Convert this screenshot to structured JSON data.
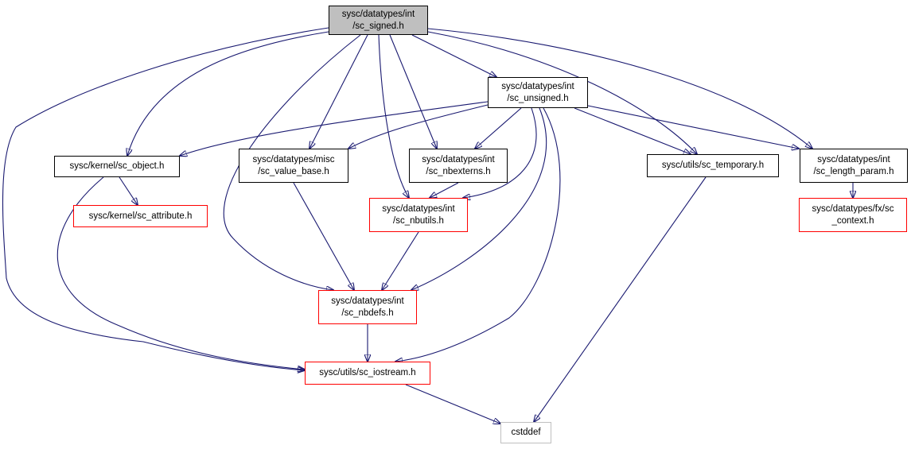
{
  "graph": {
    "edge_color": "#191970",
    "node_fill_root": "#bfbfbf",
    "border_internal": "#000000",
    "border_external": "#ff0000",
    "border_system": "#bfbfbf",
    "nodes": {
      "sc_signed": {
        "lines": [
          "sysc/datatypes/int",
          "/sc_signed.h"
        ]
      },
      "sc_unsigned": {
        "lines": [
          "sysc/datatypes/int",
          "/sc_unsigned.h"
        ]
      },
      "sc_object": {
        "lines": [
          "sysc/kernel/sc_object.h"
        ]
      },
      "sc_value_base": {
        "lines": [
          "sysc/datatypes/misc",
          "/sc_value_base.h"
        ]
      },
      "sc_nbexterns": {
        "lines": [
          "sysc/datatypes/int",
          "/sc_nbexterns.h"
        ]
      },
      "sc_temporary": {
        "lines": [
          "sysc/utils/sc_temporary.h"
        ]
      },
      "sc_length_param": {
        "lines": [
          "sysc/datatypes/int",
          "/sc_length_param.h"
        ]
      },
      "sc_attribute": {
        "lines": [
          "sysc/kernel/sc_attribute.h"
        ]
      },
      "sc_nbutils": {
        "lines": [
          "sysc/datatypes/int",
          "/sc_nbutils.h"
        ]
      },
      "sc_context": {
        "lines": [
          "sysc/datatypes/fx/sc",
          "_context.h"
        ]
      },
      "sc_nbdefs": {
        "lines": [
          "sysc/datatypes/int",
          "/sc_nbdefs.h"
        ]
      },
      "sc_iostream": {
        "lines": [
          "sysc/utils/sc_iostream.h"
        ]
      },
      "cstddef": {
        "lines": [
          "cstddef"
        ]
      }
    },
    "edges": [
      [
        "sc_signed",
        "sc_unsigned"
      ],
      [
        "sc_signed",
        "sc_object"
      ],
      [
        "sc_signed",
        "sc_value_base"
      ],
      [
        "sc_signed",
        "sc_nbexterns"
      ],
      [
        "sc_signed",
        "sc_temporary"
      ],
      [
        "sc_signed",
        "sc_length_param"
      ],
      [
        "sc_signed",
        "sc_nbutils"
      ],
      [
        "sc_signed",
        "sc_nbdefs"
      ],
      [
        "sc_signed",
        "sc_iostream"
      ],
      [
        "sc_unsigned",
        "sc_object"
      ],
      [
        "sc_unsigned",
        "sc_value_base"
      ],
      [
        "sc_unsigned",
        "sc_nbexterns"
      ],
      [
        "sc_unsigned",
        "sc_nbutils"
      ],
      [
        "sc_unsigned",
        "sc_nbdefs"
      ],
      [
        "sc_unsigned",
        "sc_iostream"
      ],
      [
        "sc_unsigned",
        "sc_temporary"
      ],
      [
        "sc_unsigned",
        "sc_length_param"
      ],
      [
        "sc_object",
        "sc_attribute"
      ],
      [
        "sc_object",
        "sc_iostream"
      ],
      [
        "sc_value_base",
        "sc_nbdefs"
      ],
      [
        "sc_nbexterns",
        "sc_nbutils"
      ],
      [
        "sc_nbutils",
        "sc_nbdefs"
      ],
      [
        "sc_nbdefs",
        "sc_iostream"
      ],
      [
        "sc_iostream",
        "cstddef"
      ],
      [
        "sc_temporary",
        "cstddef"
      ],
      [
        "sc_length_param",
        "sc_context"
      ]
    ]
  }
}
